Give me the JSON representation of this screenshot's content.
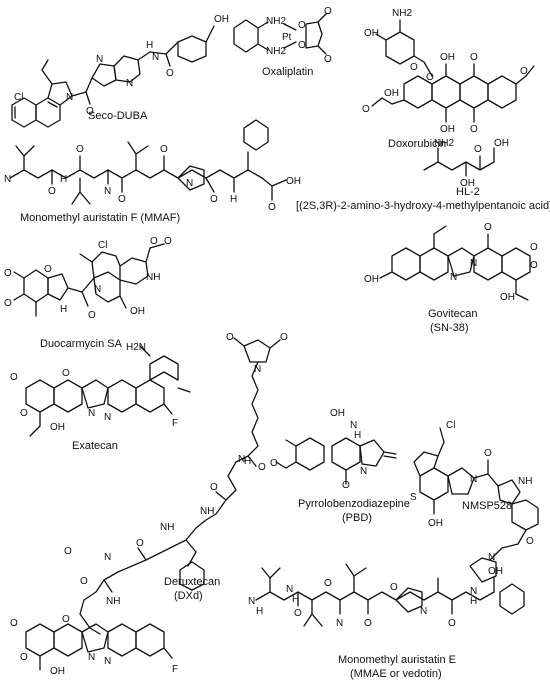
{
  "compounds": [
    {
      "id": "seco_duba",
      "name": "Seco-DUBA"
    },
    {
      "id": "oxaliplatin",
      "name": "Oxaliplatin"
    },
    {
      "id": "doxorubicin",
      "name": "Doxorubicin"
    },
    {
      "id": "mmaf",
      "name": "Monomethyl auristatin F (MMAF)"
    },
    {
      "id": "hl2",
      "name": "HL-2",
      "subtitle": "[(2S,3R)-2-amino-3-hydroxy-4-methylpentanoic acid]"
    },
    {
      "id": "duocarmycin",
      "name": "Duocarmycin SA"
    },
    {
      "id": "govitecan",
      "name": "Govitecan",
      "subtitle": "(SN-38)"
    },
    {
      "id": "exatecan",
      "name": "Exatecan"
    },
    {
      "id": "pbd",
      "name": "Pyrrolobenzodiazepine",
      "subtitle": "(PBD)"
    },
    {
      "id": "nmsp528",
      "name": "NMSP528"
    },
    {
      "id": "deruxtecan",
      "name": "Deruxtecan",
      "subtitle": "(DXd)"
    },
    {
      "id": "mmae",
      "name": "Monomethyl auristatin E",
      "subtitle": "(MMAE or vedotin)"
    }
  ],
  "atoms": {
    "oh": "OH",
    "nh": "NH",
    "n": "N",
    "o": "O",
    "h": "H",
    "f": "F",
    "s": "S",
    "cl": "Cl",
    "nh2": "NH2",
    "h2n": "H2N",
    "pt": "Pt"
  }
}
